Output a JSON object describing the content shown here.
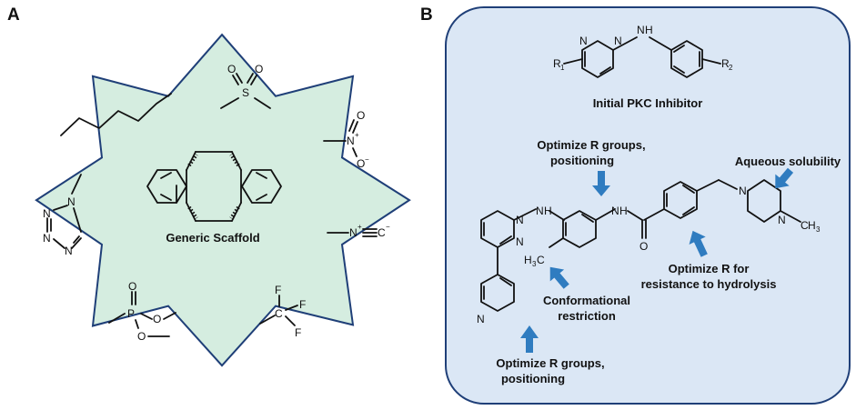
{
  "panel_a": {
    "letter": "A",
    "scaffold_label": "Generic Scaffold",
    "colors": {
      "fill": "#d5ede0",
      "stroke": "#1f3f78"
    },
    "groups": {
      "nitro": {
        "n": "N",
        "o": "O",
        "plus": "+",
        "minus": "−"
      },
      "isocyanide": {
        "n": "N",
        "c": "C",
        "plus": "+",
        "minus": "−"
      },
      "tetrazole": {
        "n": "N"
      },
      "phosphonate": {
        "p": "P",
        "o": "O"
      },
      "trifluoromethyl": {
        "c": "C",
        "f": "F"
      },
      "sulfone": {
        "s": "S",
        "o": "O"
      }
    }
  },
  "panel_b": {
    "letter": "B",
    "colors": {
      "fill": "#dbe7f5",
      "stroke": "#1f3f78",
      "arrow": "#2f7cc0"
    },
    "initial_label": "Initial PKC Inhibitor",
    "annotations": {
      "top_r_line1": "Optimize R groups,",
      "top_r_line2": "positioning",
      "aqueous": "Aqueous solubility",
      "hydrolysis_line1": "Optimize R for",
      "hydrolysis_line2": "resistance to hydrolysis",
      "conformational_line1": "Conformational",
      "conformational_line2": "restriction",
      "bottom_r_line1": "Optimize R groups,",
      "bottom_r_line2": "positioning"
    },
    "atoms": {
      "n": "N",
      "nh": "N",
      "h": "H",
      "o": "O",
      "c": "C",
      "h3": "3",
      "r": "R",
      "r1": "1",
      "r2": "2"
    }
  }
}
